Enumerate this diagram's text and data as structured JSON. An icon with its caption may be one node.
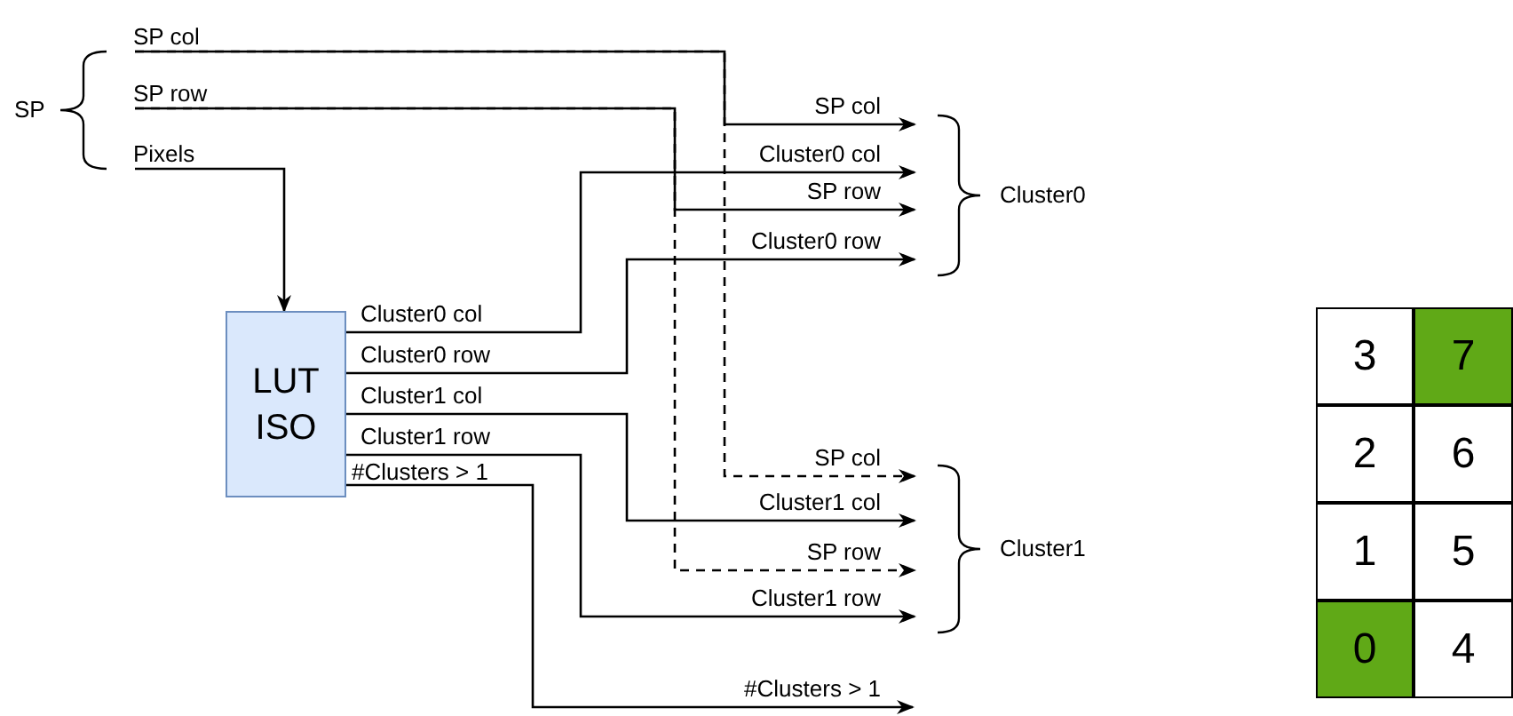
{
  "diagram": {
    "nodes": [
      {
        "text": [
          "SP col"
        ]
      },
      {
        "text": [
          "SP row"
        ]
      },
      {
        "text": [
          "Pixels"
        ]
      },
      {
        "text": [
          "LUT ISO"
        ],
        "beside": [
          "Cluster0 col",
          "Cluster0 row",
          "Cluster1 col",
          "Cluster1 row",
          "#Clusters > 1"
        ]
      },
      {
        "text": [
          "3"
        ]
      },
      {
        "text": [
          "7"
        ]
      },
      {
        "text": [
          "2"
        ]
      },
      {
        "text": [
          "6"
        ]
      },
      {
        "text": [
          "1"
        ]
      },
      {
        "text": [
          "5"
        ]
      },
      {
        "text": [
          "0"
        ]
      },
      {
        "text": [
          "4"
        ]
      },
      {
        "text": [
          "SP"
        ]
      },
      {
        "text": [
          "Cluster0"
        ]
      },
      {
        "text": [
          "Cluster1"
        ]
      }
    ],
    "edges": [
      {
        "from": 0,
        "to": 13,
        "arrow": "to",
        "label": "SP col"
      },
      {
        "from": 3,
        "to": 13,
        "arrow": "to",
        "label": "Cluster0 col"
      },
      {
        "from": 1,
        "to": 13,
        "arrow": "to",
        "label": "SP row"
      },
      {
        "from": 3,
        "to": 13,
        "arrow": "to",
        "label": "Cluster0 row"
      },
      {
        "from": 0,
        "to": 14,
        "arrow": "to",
        "label": "SP col",
        "style": "dashed"
      },
      {
        "from": 3,
        "to": 14,
        "arrow": "to",
        "label": "Cluster1 col"
      },
      {
        "from": 1,
        "to": 14,
        "arrow": "to",
        "label": "SP row",
        "style": "dashed"
      },
      {
        "from": 3,
        "to": 14,
        "arrow": "to",
        "label": "Cluster1 row"
      },
      {
        "from": 3,
        "to": null,
        "arrow": "to",
        "label": "#Clusters > 1"
      },
      {
        "from": 2,
        "to": 3,
        "arrow": "to"
      }
    ]
  }
}
